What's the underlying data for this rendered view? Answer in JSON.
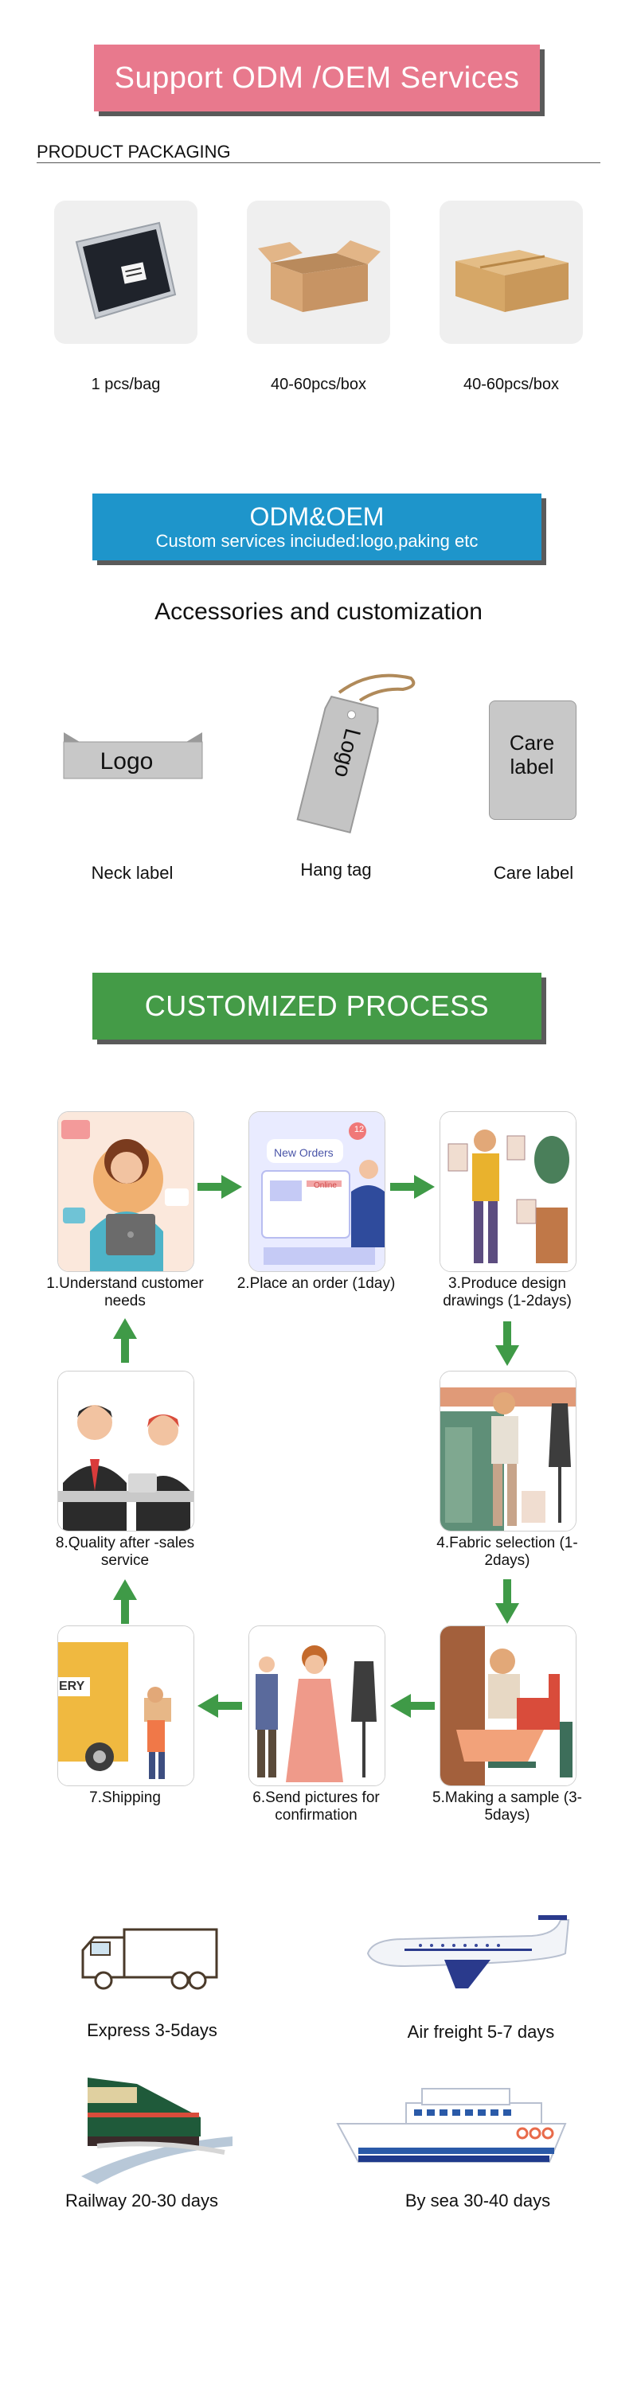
{
  "header": {
    "title": "Support ODM /OEM Services"
  },
  "packaging": {
    "heading": "PRODUCT PACKAGING",
    "items": [
      {
        "icon": "poly-bag-icon",
        "label": "1 pcs/bag"
      },
      {
        "icon": "open-box-icon",
        "label": "40-60pcs/box"
      },
      {
        "icon": "closed-box-icon",
        "label": "40-60pcs/box"
      }
    ]
  },
  "odm_banner": {
    "title": "ODM&OEM",
    "subtitle": "Custom services inciuded:logo,paking etc"
  },
  "accessories": {
    "heading": "Accessories and customization",
    "neck_label_text": "Logo",
    "hang_tag_text": "Logo",
    "care_label_text": "Care label",
    "captions": [
      "Neck label",
      "Hang tag",
      "Care label"
    ]
  },
  "process": {
    "title": "CUSTOMIZED PROCESS",
    "steps": [
      "1.Understand customer needs",
      "2.Place an order (1day)",
      "3.Produce design drawings (1-2days)",
      "4.Fabric selection (1-2days)",
      "5.Making a sample (3-5days)",
      "6.Send pictures for confirmation",
      "7.Shipping",
      "8.Quality after -sales service"
    ],
    "step2_card_title": "New Orders",
    "step2_badge": "12",
    "step2_online": "Online",
    "step7_truck_text": "ERY"
  },
  "shipping": [
    {
      "icon": "truck-icon",
      "label": "Express 3-5days"
    },
    {
      "icon": "airplane-icon",
      "label": "Air freight 5-7 days"
    },
    {
      "icon": "train-icon",
      "label": "Railway 20-30 days"
    },
    {
      "icon": "ship-icon",
      "label": "By sea 30-40 days"
    }
  ],
  "colors": {
    "pink": "#e8798d",
    "blue": "#1e95cb",
    "green": "#449b47",
    "arrow_green": "#3f9a47"
  }
}
